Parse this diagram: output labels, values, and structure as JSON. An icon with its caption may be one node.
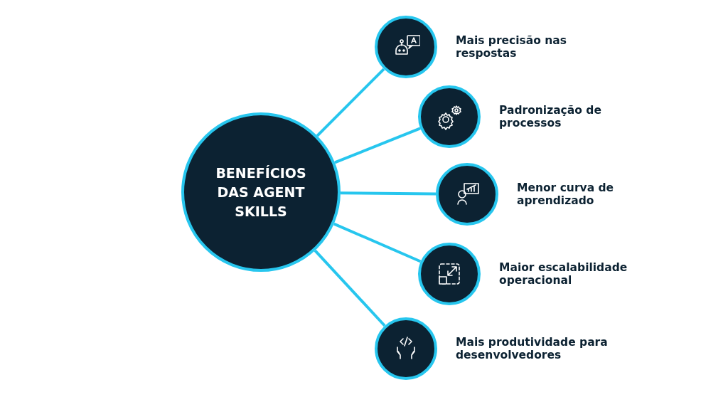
{
  "diagram": {
    "nodes": [
      {
        "text": [
          "BENEFÍCIOS DAS AGENT SKILLS"
        ]
      },
      {
        "text": [
          "Mais precisão nas respostas"
        ]
      },
      {
        "text": [
          "Padronização de processos"
        ]
      },
      {
        "text": [
          "Menor curva de aprendizado"
        ]
      },
      {
        "text": [
          "Maior escalabilidade operacional"
        ]
      },
      {
        "text": [
          "Mais produtividade para desenvolvedores"
        ]
      }
    ],
    "edges": [
      {
        "from": 0,
        "to": 1,
        "arrow": "none"
      },
      {
        "from": 0,
        "to": 2,
        "arrow": "none"
      },
      {
        "from": 0,
        "to": 3,
        "arrow": "none"
      },
      {
        "from": 0,
        "to": 4,
        "arrow": "none"
      },
      {
        "from": 0,
        "to": 5,
        "arrow": "none"
      }
    ]
  }
}
